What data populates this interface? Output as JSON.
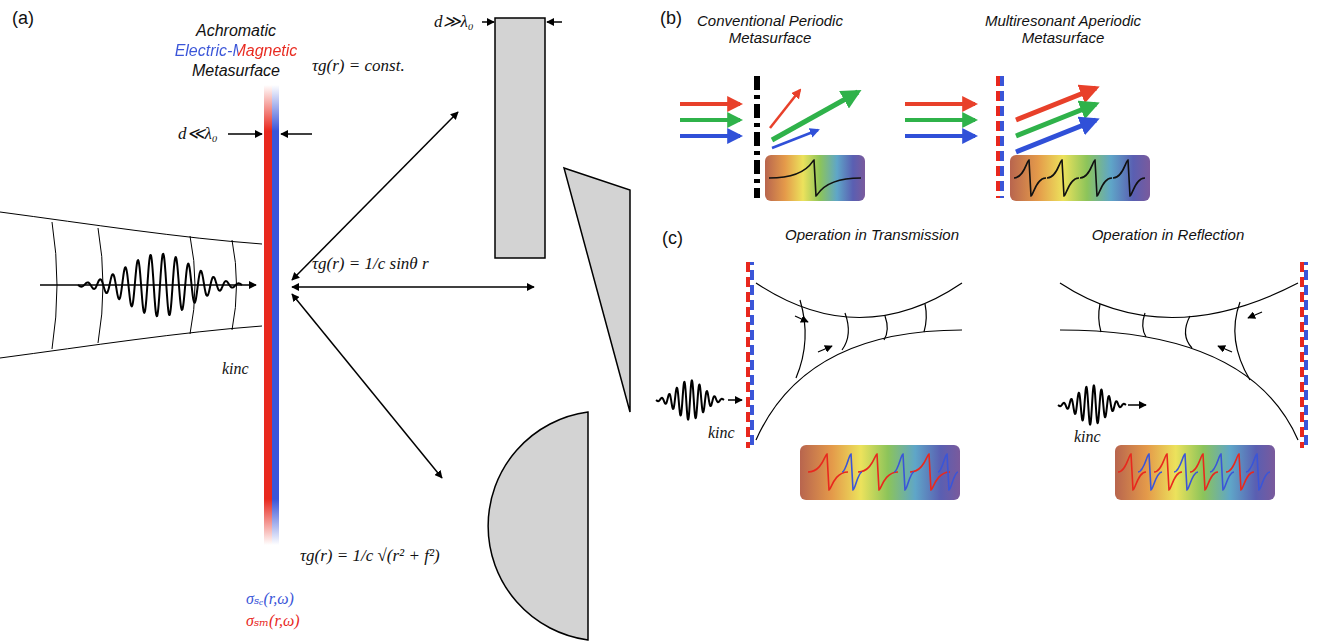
{
  "diagram": {
    "labels": [
      "(a)",
      "Achromatic",
      "Electric-Magnetic",
      "Metasurface",
      "d≪λ₀",
      "d≫λ₀",
      "τg(r) = const.",
      "τg(r) = 1/c sinθ r",
      "τg(r) = 1/c √(r² + f²)",
      "kinc",
      "σₛₑ(r,ω)",
      "σₛₘ(r,ω)",
      "(b)",
      "Conventional Periodic Metasurface",
      "Multiresonant Aperiodic Metasurface",
      "(c)",
      "Operation in Transmission",
      "Operation in Reflection",
      "kinc",
      "kinc"
    ]
  }
}
